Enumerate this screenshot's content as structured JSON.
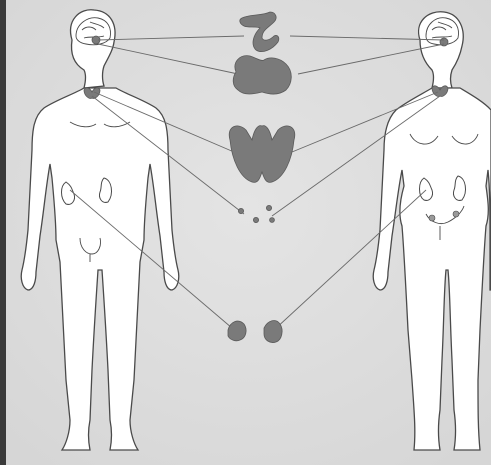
{
  "colors": {
    "background": "#d6d6d6",
    "background_light": "#e4e4e4",
    "body_fill": "#ffffff",
    "body_outline": "#4a4a4a",
    "gland_fill": "#7a7a7a",
    "gland_stroke": "#5a5a5a",
    "connector_line": "#6a6a6a",
    "left_edge": "#3a3a3a"
  },
  "figures": [
    {
      "id": "male",
      "side": "left"
    },
    {
      "id": "female",
      "side": "right"
    }
  ],
  "glands": [
    {
      "id": "pituitary",
      "count": 1
    },
    {
      "id": "adrenal",
      "count": 1
    },
    {
      "id": "thyroid",
      "count": 1
    },
    {
      "id": "parathyroid",
      "count": 4
    },
    {
      "id": "kidney-pair",
      "count": 2
    }
  ],
  "icons": [
    "pituitary-gland-icon",
    "adrenal-gland-icon",
    "thyroid-gland-icon",
    "parathyroid-glands-icon",
    "kidney-icon"
  ]
}
